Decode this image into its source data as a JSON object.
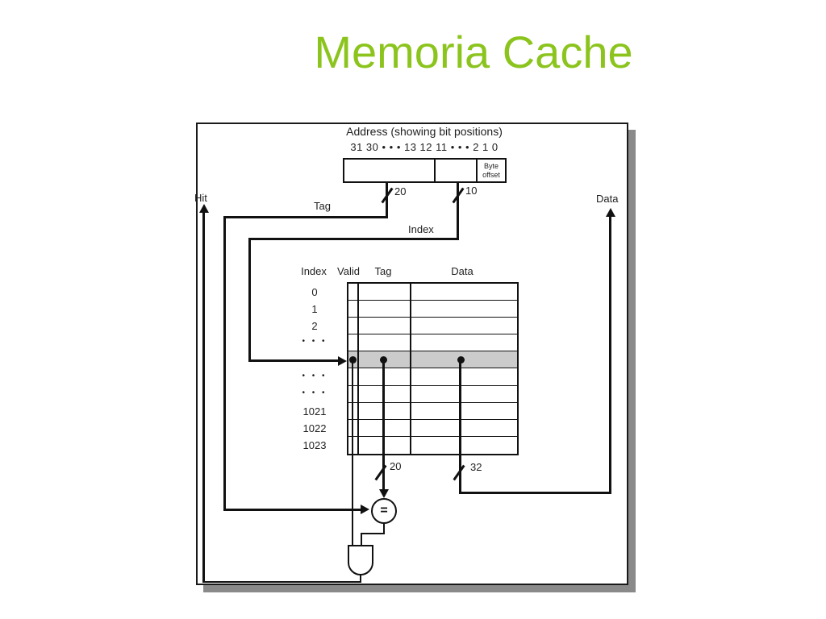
{
  "slide": {
    "title": "Memoria Cache"
  },
  "colors": {
    "title": "#8CC41E",
    "highlight_row": "#CBCBCB",
    "line": "#111111",
    "shadow": "#8A8A8A"
  },
  "figure": {
    "address": {
      "title": "Address (showing bit positions)",
      "bit_positions": "31 30 • • • 13 12 11 • • • 2 1 0",
      "byte_offset": [
        "Byte",
        "offset"
      ]
    },
    "signals": {
      "hit": "Hit",
      "tag": "Tag",
      "index": "Index",
      "data": "Data",
      "tag_bus_width": "20",
      "index_bus_width": "10",
      "tag_field_width": "20",
      "data_bus_width": "32"
    },
    "comparator": "=",
    "table": {
      "headers": [
        "Index",
        "Valid",
        "Tag",
        "Data"
      ],
      "row_labels": [
        "0",
        "1",
        "2",
        "• • •",
        "",
        "• • •",
        "• • •",
        "1021",
        "1022",
        "1023"
      ],
      "highlighted_row": 4
    }
  }
}
